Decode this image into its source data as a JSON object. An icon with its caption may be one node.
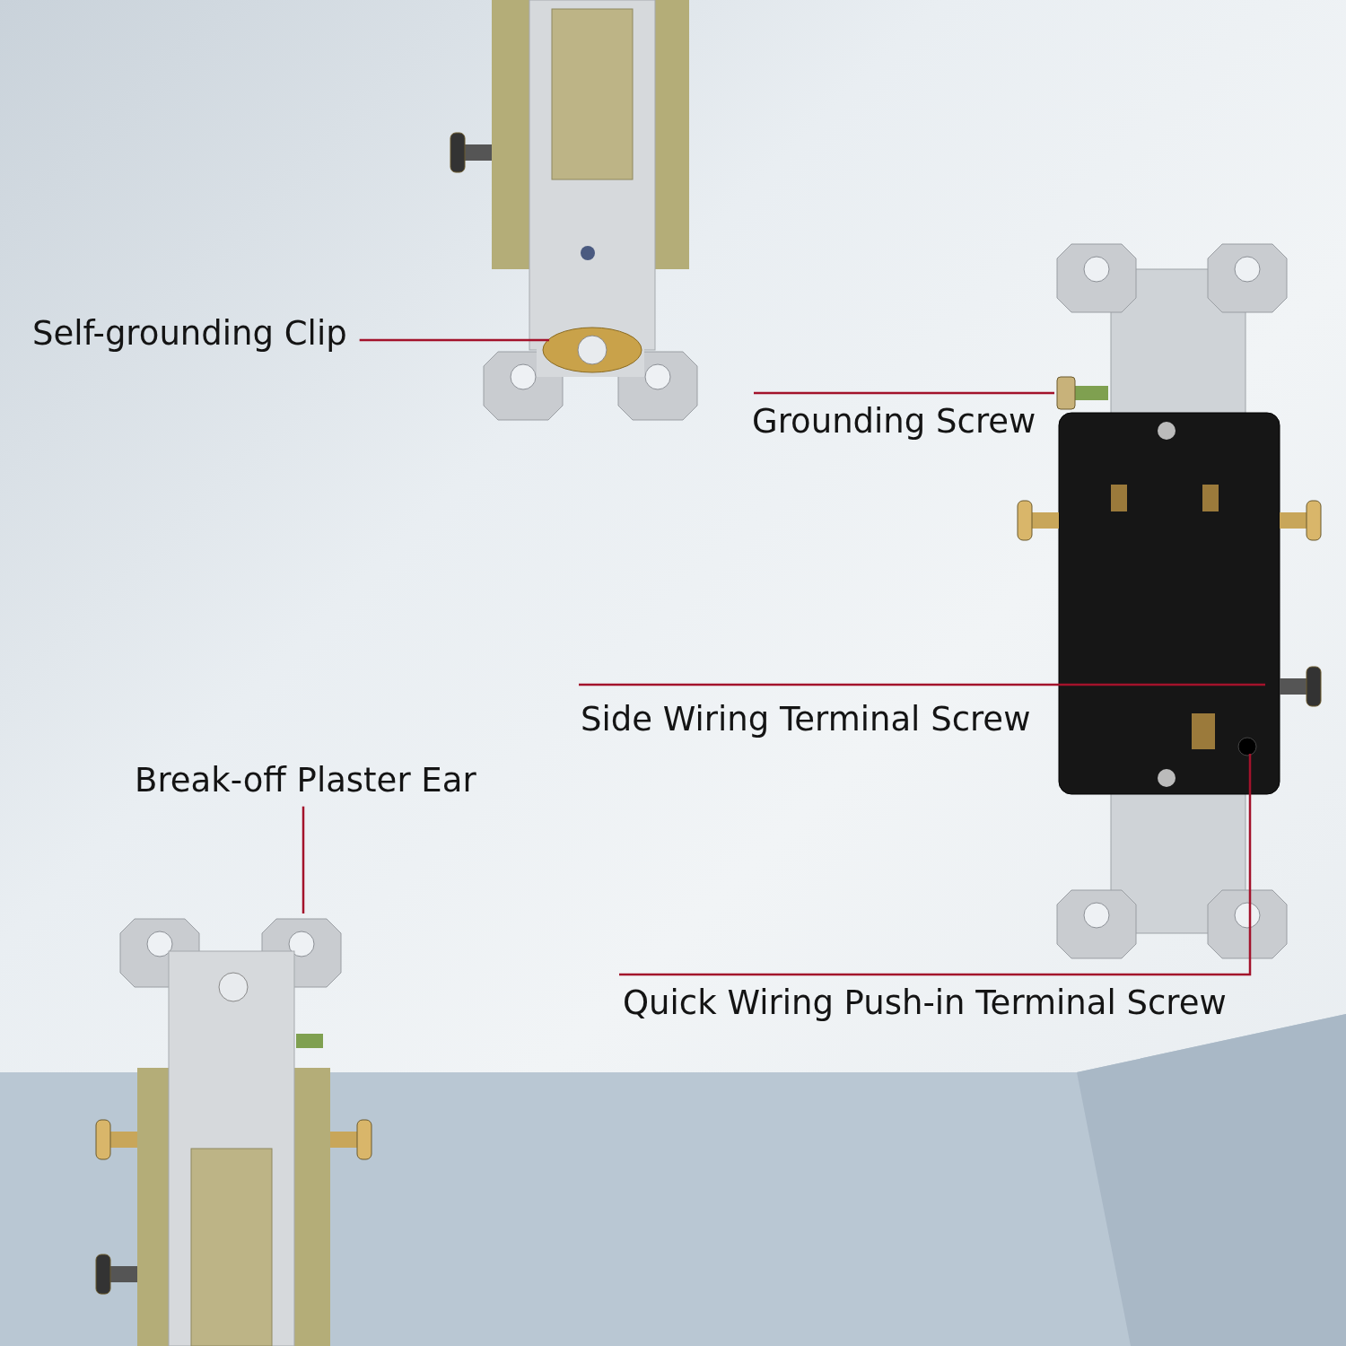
{
  "diagram": {
    "nodes": [
      {
        "text": [
          "Self-grounding Clip"
        ]
      },
      {
        "text": [
          "Grounding Screw"
        ]
      },
      {
        "text": [
          "Side Wiring Terminal Screw"
        ]
      },
      {
        "text": [
          "Break-off Plaster Ear"
        ]
      },
      {
        "text": [
          "Quick Wiring Push-in Terminal Screw"
        ]
      },
      {
        "text": [],
        "shape": "picture"
      },
      {
        "text": [],
        "shape": "picture"
      },
      {
        "text": [],
        "shape": "picture"
      }
    ],
    "edges": [
      {
        "from": 0,
        "to": 5,
        "arrow": "none"
      },
      {
        "from": 1,
        "to": 6,
        "arrow": "none"
      },
      {
        "from": 2,
        "to": 6,
        "arrow": "none"
      },
      {
        "from": 3,
        "to": 7,
        "arrow": "none"
      },
      {
        "from": 4,
        "to": 6,
        "arrow": "none"
      }
    ]
  }
}
